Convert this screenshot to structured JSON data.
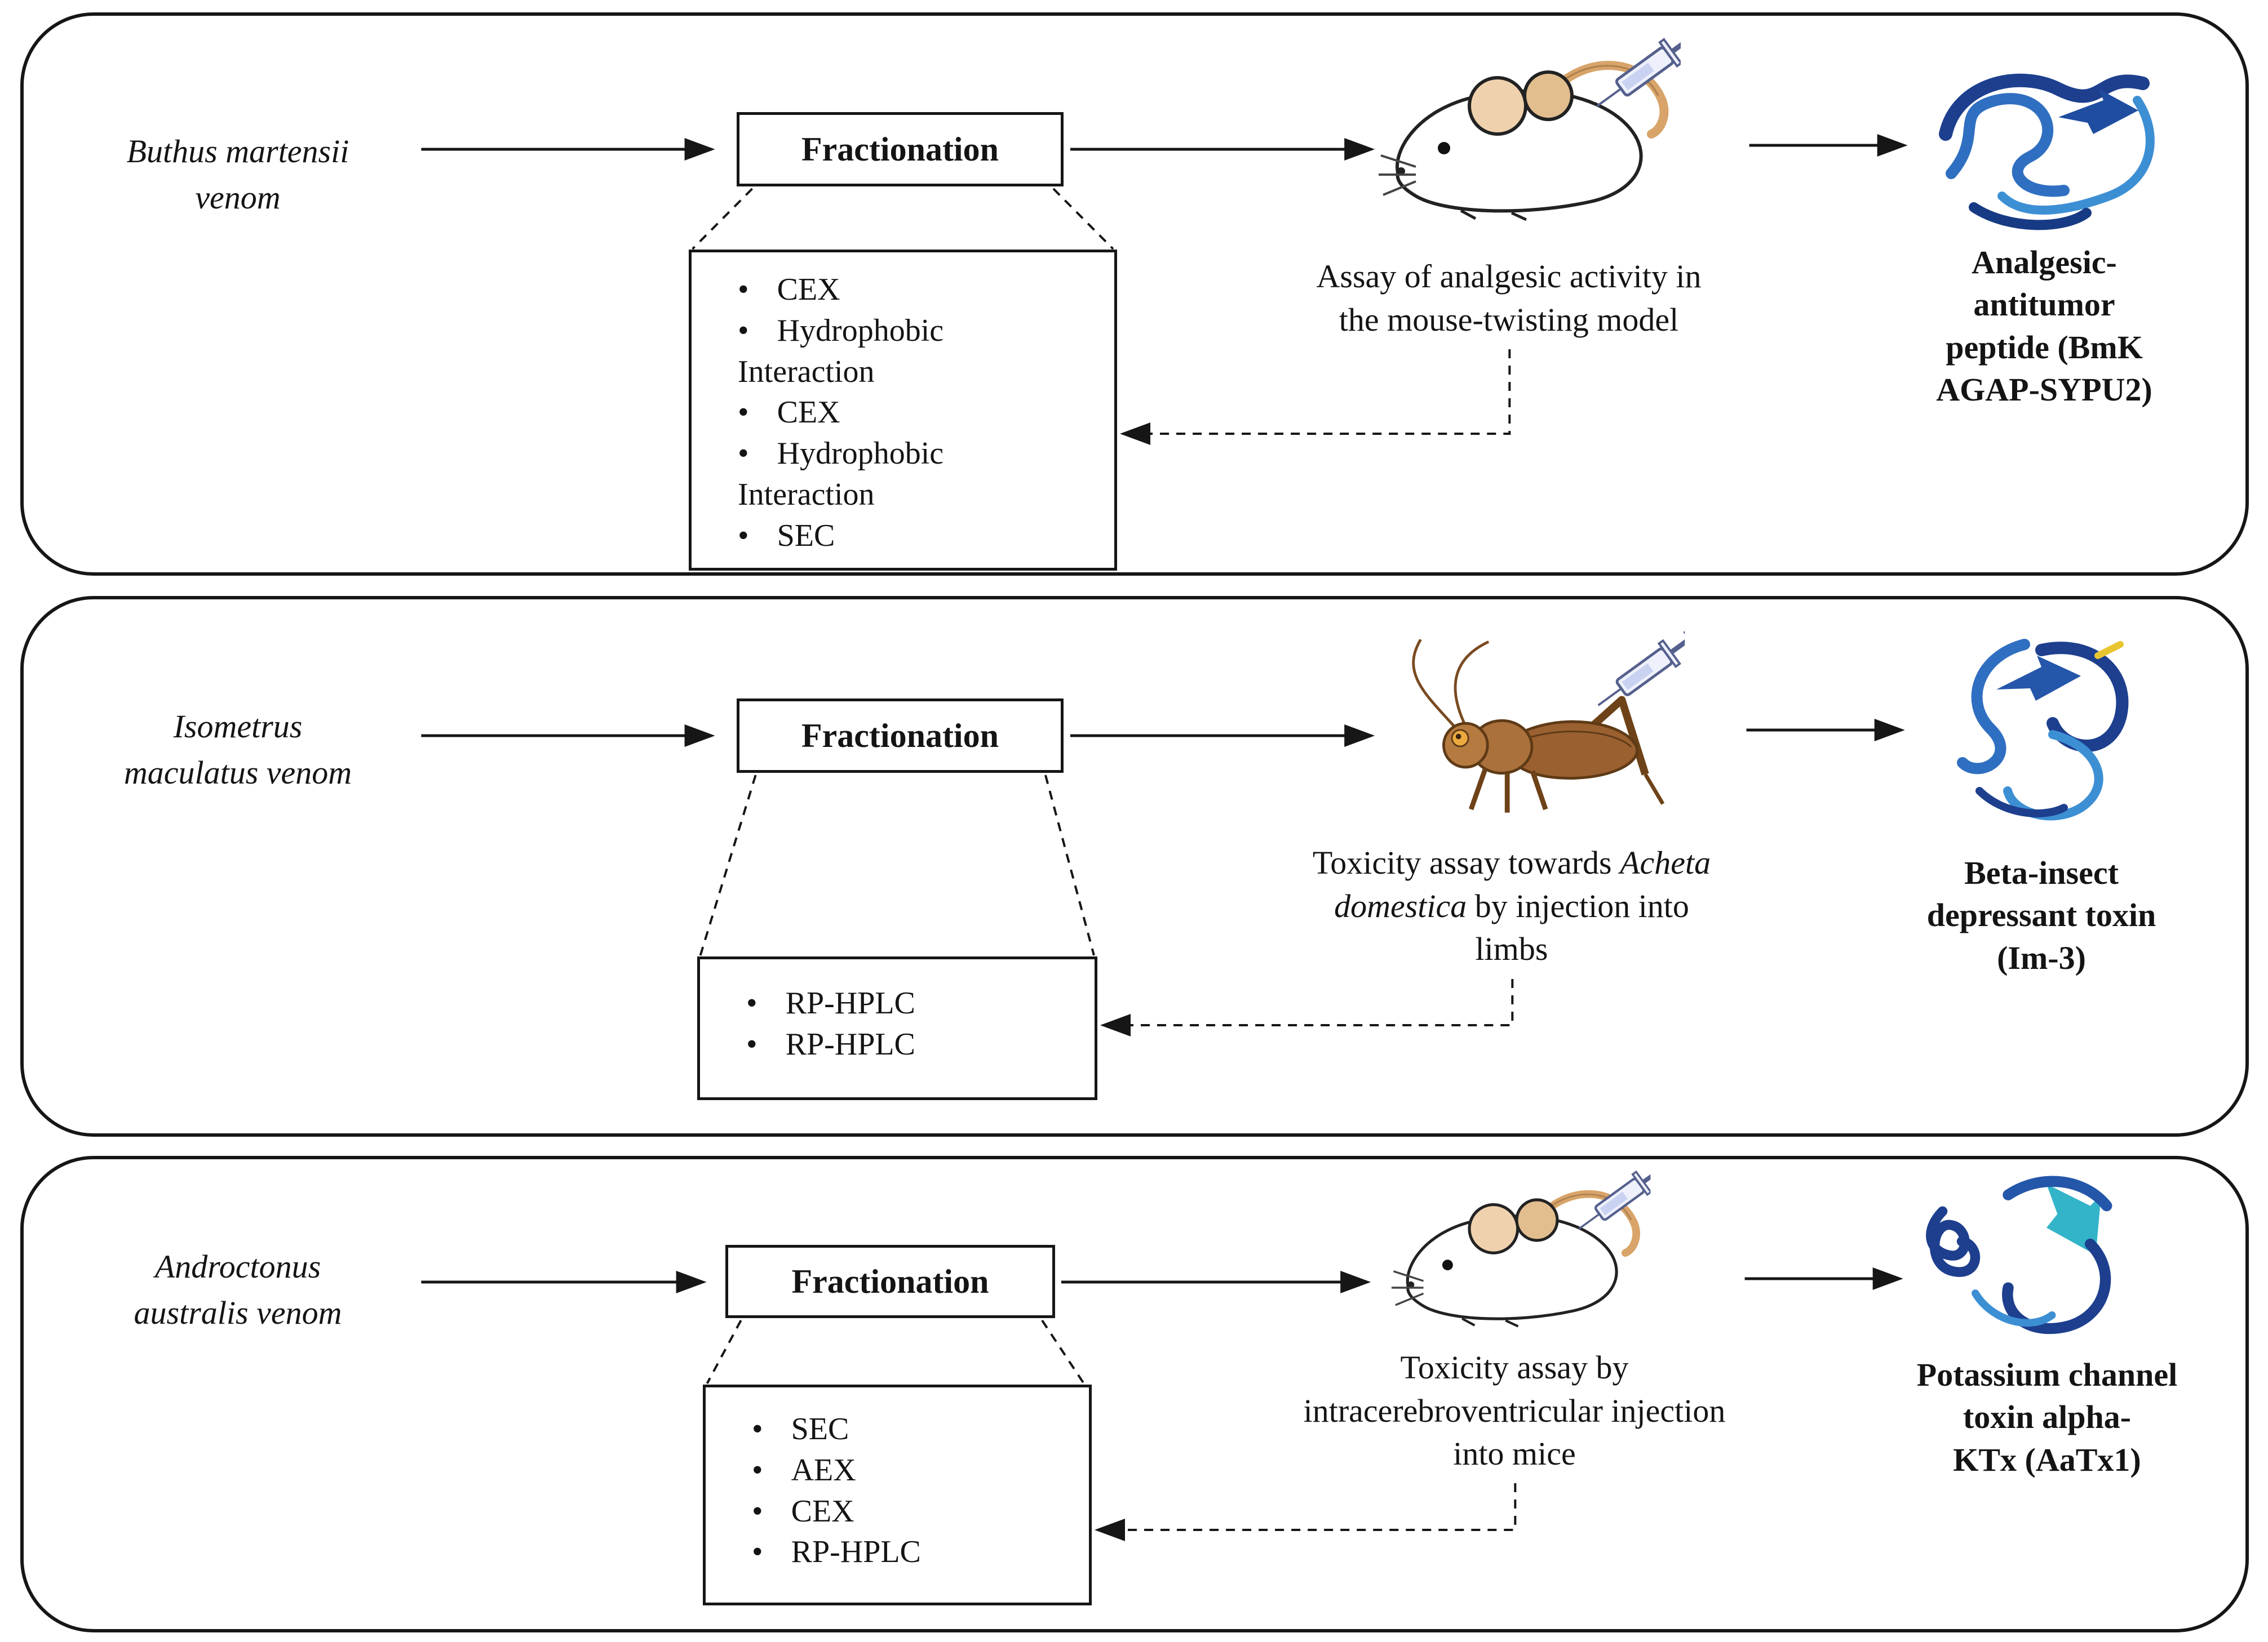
{
  "figure": {
    "description_colors": {
      "line": "#161616",
      "protein_dark_blue": "#1d3f8e",
      "protein_mid_blue": "#2f6fc1",
      "protein_light_blue": "#3d8fd4",
      "protein_teal_strand": "#33b4c9",
      "highlight_yellow": "#e9c530",
      "mouse_ear_tan": "#efd2ad",
      "mouse_tail_tan": "#d8a469",
      "cricket_brown": "#9a6030",
      "syringe_blue": "#c9d2f0"
    },
    "icons": {
      "mouse": "mouse-illustration",
      "cricket": "cricket-illustration",
      "syringe": "syringe-icon",
      "protein": "protein-ribbon-illustration"
    }
  },
  "panels": [
    {
      "venom_name": "Buthus martensii\nvenom",
      "fractionation_label": "Fractionation",
      "steps": [
        "CEX",
        "Hydrophobic Interaction",
        "CEX",
        "Hydrophobic Interaction",
        "SEC"
      ],
      "assay": {
        "prefix": "Assay of analgesic activity in\nthe mouse-twisting model",
        "species": "",
        "suffix": ""
      },
      "animal": "mouse",
      "result_label": "Analgesic-\nantitumor\npeptide (BmK\nAGAP-SYPU2)"
    },
    {
      "venom_name": "Isometrus\nmaculatus venom",
      "fractionation_label": "Fractionation",
      "steps": [
        "RP-HPLC",
        "RP-HPLC"
      ],
      "assay": {
        "prefix": "Toxicity assay towards ",
        "species": "Acheta\ndomestica",
        "suffix": " by injection into\nlimbs"
      },
      "animal": "cricket",
      "result_label": "Beta-insect\ndepressant toxin\n(Im-3)"
    },
    {
      "venom_name": "Androctonus\naustralis venom",
      "fractionation_label": "Fractionation",
      "steps": [
        "SEC",
        "AEX",
        "CEX",
        "RP-HPLC"
      ],
      "assay": {
        "prefix": "Toxicity assay by\nintracerebroventricular injection\ninto mice",
        "species": "",
        "suffix": ""
      },
      "animal": "mouse",
      "result_label": "Potassium channel\ntoxin alpha-\nKTx (AaTx1)"
    }
  ]
}
